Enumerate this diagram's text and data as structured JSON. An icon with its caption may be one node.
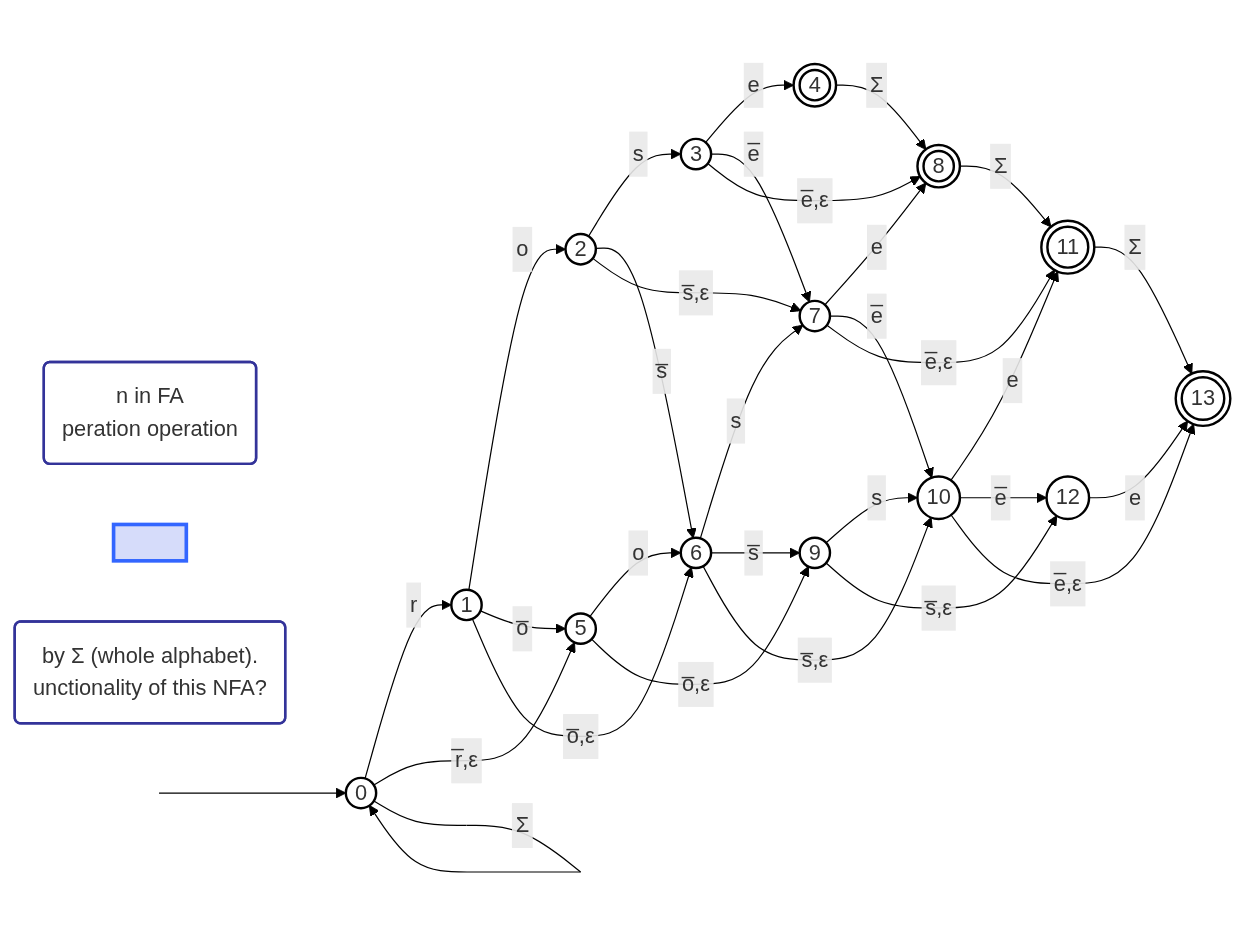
{
  "diagram": {
    "nodes": [
      {
        "text": [
          "0"
        ]
      },
      {
        "text": [
          "1"
        ]
      },
      {
        "text": [
          "2"
        ]
      },
      {
        "text": [
          "3"
        ]
      },
      {
        "text": [
          "4"
        ]
      },
      {
        "text": [
          "5"
        ]
      },
      {
        "text": [
          "6"
        ]
      },
      {
        "text": [
          "7"
        ]
      },
      {
        "text": [
          "8"
        ]
      },
      {
        "text": [
          "9"
        ]
      },
      {
        "text": [
          "10"
        ]
      },
      {
        "text": [
          "11"
        ]
      },
      {
        "text": [
          "12"
        ]
      },
      {
        "text": [
          "13"
        ]
      },
      {
        "text": [
          "n in FA",
          "peration operation"
        ]
      },
      {
        "text": [],
        "shape": "box"
      },
      {
        "text": [
          "by Σ (whole alphabet).",
          "unctionality of this NFA?"
        ]
      }
    ],
    "edges": [
      {
        "from": null,
        "to": 0,
        "arrow": "to"
      },
      {
        "from": 0,
        "to": 1,
        "arrow": "to",
        "label": "r"
      },
      {
        "from": 0,
        "to": 5,
        "arrow": "to",
        "label": "r̅,ε"
      },
      {
        "from": 1,
        "to": 2,
        "arrow": "to",
        "label": "o"
      },
      {
        "from": 1,
        "to": 5,
        "arrow": "to",
        "label": "o̅"
      },
      {
        "from": 1,
        "to": 6,
        "arrow": "to",
        "label": "o̅,ε"
      },
      {
        "from": 2,
        "to": 3,
        "arrow": "to",
        "label": "s"
      },
      {
        "from": 2,
        "to": 6,
        "arrow": "to",
        "label": "s̅"
      },
      {
        "from": 2,
        "to": 7,
        "arrow": "to",
        "label": "s̅,ε"
      },
      {
        "from": 3,
        "to": 4,
        "arrow": "to",
        "label": "e"
      },
      {
        "from": 3,
        "to": 7,
        "arrow": "to",
        "label": "e̅"
      },
      {
        "from": 3,
        "to": 8,
        "arrow": "to",
        "label": "e̅,ε"
      },
      {
        "from": 4,
        "to": 8,
        "arrow": "to",
        "label": "Σ"
      },
      {
        "from": 5,
        "to": 6,
        "arrow": "to",
        "label": "o"
      },
      {
        "from": 5,
        "to": 9,
        "arrow": "to",
        "label": "o̅,ε"
      },
      {
        "from": 6,
        "to": 7,
        "arrow": "to",
        "label": "s"
      },
      {
        "from": 6,
        "to": 9,
        "arrow": "to",
        "label": "s̅"
      },
      {
        "from": 6,
        "to": 10,
        "arrow": "to",
        "label": "s̅,ε"
      },
      {
        "from": 7,
        "to": 8,
        "arrow": "to",
        "label": "e"
      },
      {
        "from": 7,
        "to": 10,
        "arrow": "to",
        "label": "e̅"
      },
      {
        "from": 7,
        "to": 11,
        "arrow": "to",
        "label": "e̅,ε"
      },
      {
        "from": 8,
        "to": 11,
        "arrow": "to",
        "label": "Σ"
      },
      {
        "from": 9,
        "to": 10,
        "arrow": "to",
        "label": "s"
      },
      {
        "from": 9,
        "to": 12,
        "arrow": "to",
        "label": "s̅,ε"
      },
      {
        "from": 10,
        "to": 11,
        "arrow": "to",
        "label": "e"
      },
      {
        "from": 10,
        "to": 12,
        "arrow": "to",
        "label": "e̅"
      },
      {
        "from": 10,
        "to": 13,
        "arrow": "to",
        "label": "e̅,ε"
      },
      {
        "from": 11,
        "to": 13,
        "arrow": "to",
        "label": "Σ"
      },
      {
        "from": 12,
        "to": 13,
        "arrow": "to",
        "label": "e"
      },
      {
        "from": 0,
        "to": 0,
        "arrow": "to",
        "label": "Σ"
      }
    ]
  }
}
